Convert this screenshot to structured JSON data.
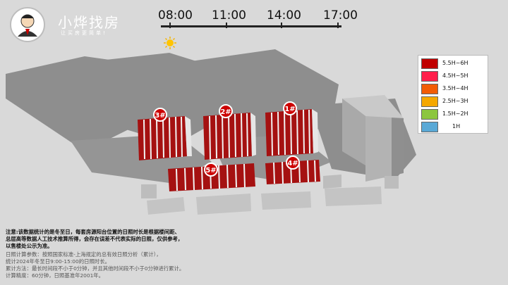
{
  "brand": {
    "name": "小烨找房",
    "slogan": "让买房更简单!"
  },
  "timeline": {
    "times": [
      "08:00",
      "11:00",
      "14:00",
      "17:00"
    ]
  },
  "legend": {
    "items": [
      {
        "label": "5.5H~6H",
        "color": "#c00000"
      },
      {
        "label": "4.5H~5H",
        "color": "#ff1f4b"
      },
      {
        "label": "3.5H~4H",
        "color": "#f25c05"
      },
      {
        "label": "2.5H~3H",
        "color": "#f5a800"
      },
      {
        "label": "1.5H~2H",
        "color": "#8cc63f"
      },
      {
        "label": "1H",
        "color": "#5aa9d6"
      }
    ]
  },
  "buildings": [
    {
      "label": "3#"
    },
    {
      "label": "2#"
    },
    {
      "label": "1#"
    },
    {
      "label": "5#"
    },
    {
      "label": "4#"
    }
  ],
  "notes": {
    "disclaimer": [
      "注意:该数据统计的是冬至日，每套房源阳台位置的日照时长是根据楼间距、",
      "总层高等数据人工技术推算所得，会存在误差不代表实际的日照，仅供参考，",
      "以售楼处公示为准。"
    ],
    "params": [
      "日照计算参数：按照国家标准-上海规定的总有效日照分析（累计），",
      "统计2024年冬至日9:00-15:00的日照时长。",
      "累计方法：最长时间段不小于0分钟，并且其他时间段不小于0分钟进行累计。",
      "计算精度：60分钟，日照基准年2001年。"
    ]
  }
}
